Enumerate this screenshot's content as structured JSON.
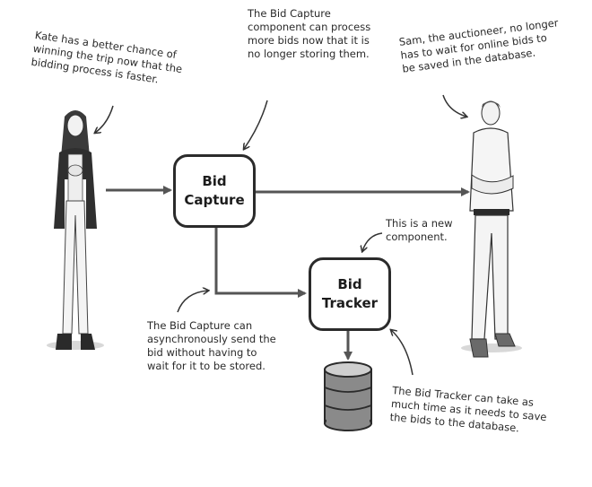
{
  "notes": {
    "kate": "Kate has a better chance of\nwinning the trip now that the\nbidding process is faster.",
    "bid_capture_top": "The Bid Capture\ncomponent can process\nmore bids now that it is\nno longer storing them.",
    "sam": "Sam, the auctioneer, no longer\nhas to wait for online bids to\nbe saved in the database.",
    "new_component": "This is a new\ncomponent.",
    "bid_capture_async": "The Bid Capture can\nasynchronously send the\nbid without having to\nwait for it to be stored.",
    "bid_tracker": "The Bid Tracker can take as\nmuch time as it needs to save\nthe bids to the database."
  },
  "components": {
    "bid_capture": "Bid\nCapture",
    "bid_tracker": "Bid\nTracker"
  },
  "colors": {
    "ink": "#2b2b2b",
    "arrow": "#555555",
    "db_body": "#8a8a8a",
    "db_top": "#cfcfcf"
  }
}
